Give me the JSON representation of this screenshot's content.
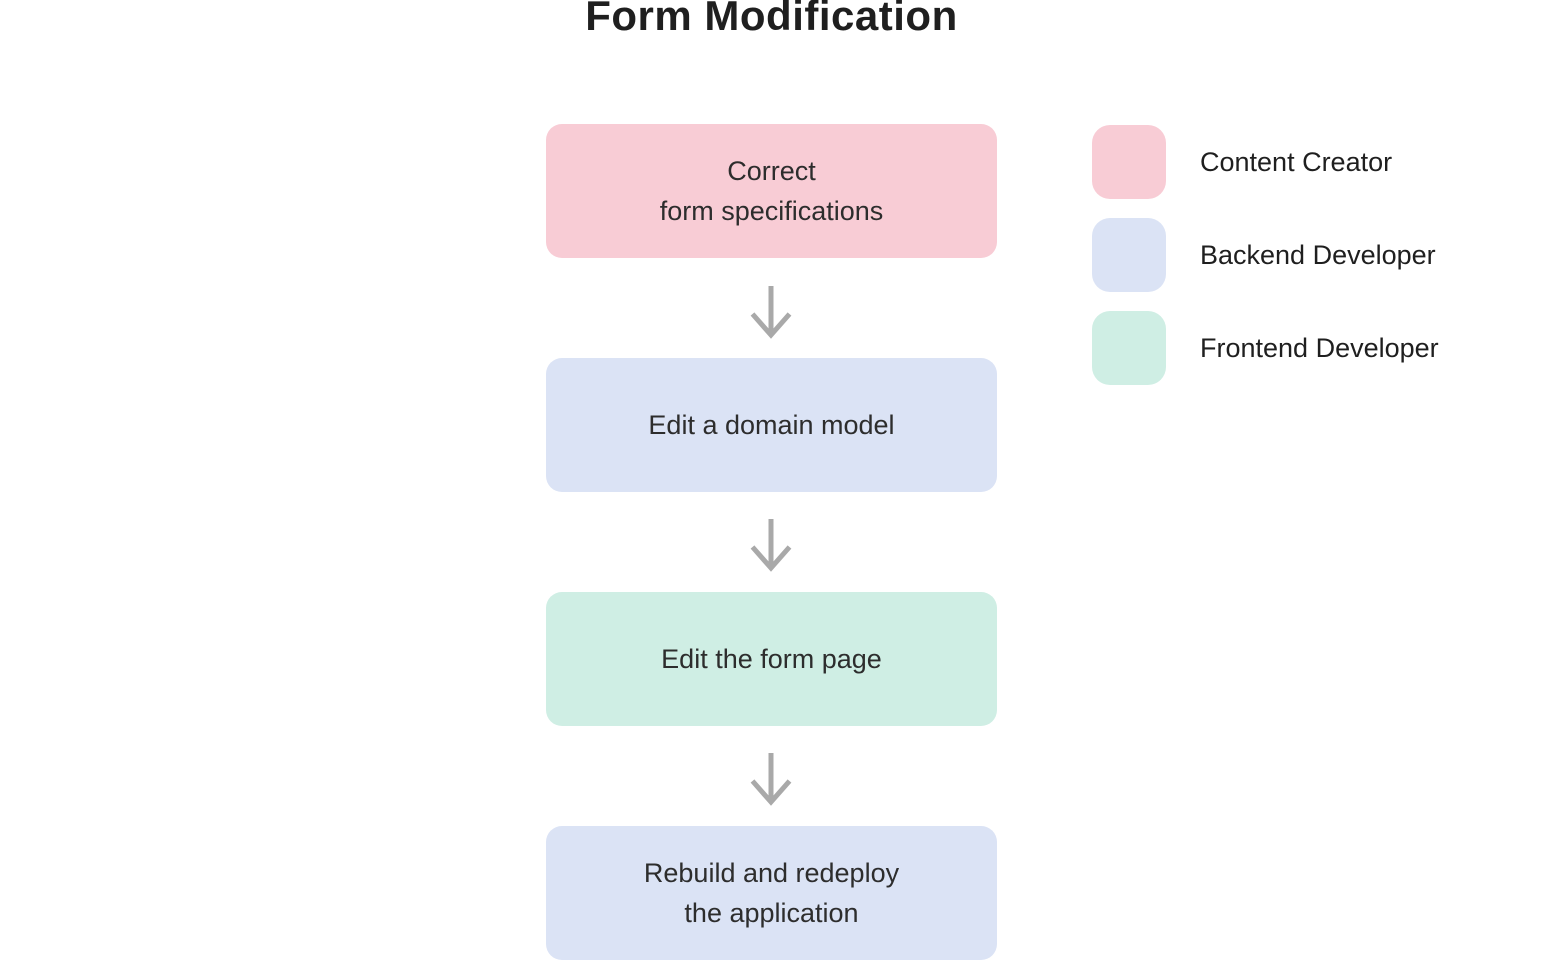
{
  "title": "Form Modification",
  "colors": {
    "content_creator": "#f8ccd5",
    "backend_developer": "#dbe3f5",
    "frontend_developer": "#cfeee4",
    "arrow": "#a9a9a9",
    "box_text": "#2d2d2d",
    "title_text": "#1f1f1f"
  },
  "flow": {
    "steps": [
      {
        "role": "content_creator",
        "color": "#f8ccd5",
        "lines": [
          "Correct",
          "form specifications"
        ]
      },
      {
        "role": "backend_developer",
        "color": "#dbe3f5",
        "lines": [
          "Edit a domain model"
        ]
      },
      {
        "role": "frontend_developer",
        "color": "#cfeee4",
        "lines": [
          "Edit the form page"
        ]
      },
      {
        "role": "backend_developer",
        "color": "#dbe3f5",
        "lines": [
          "Rebuild and redeploy",
          "the application"
        ]
      }
    ]
  },
  "legend": {
    "items": [
      {
        "label": "Content Creator",
        "color": "#f8ccd5"
      },
      {
        "label": "Backend Developer",
        "color": "#dbe3f5"
      },
      {
        "label": "Frontend Developer",
        "color": "#cfeee4"
      }
    ]
  }
}
